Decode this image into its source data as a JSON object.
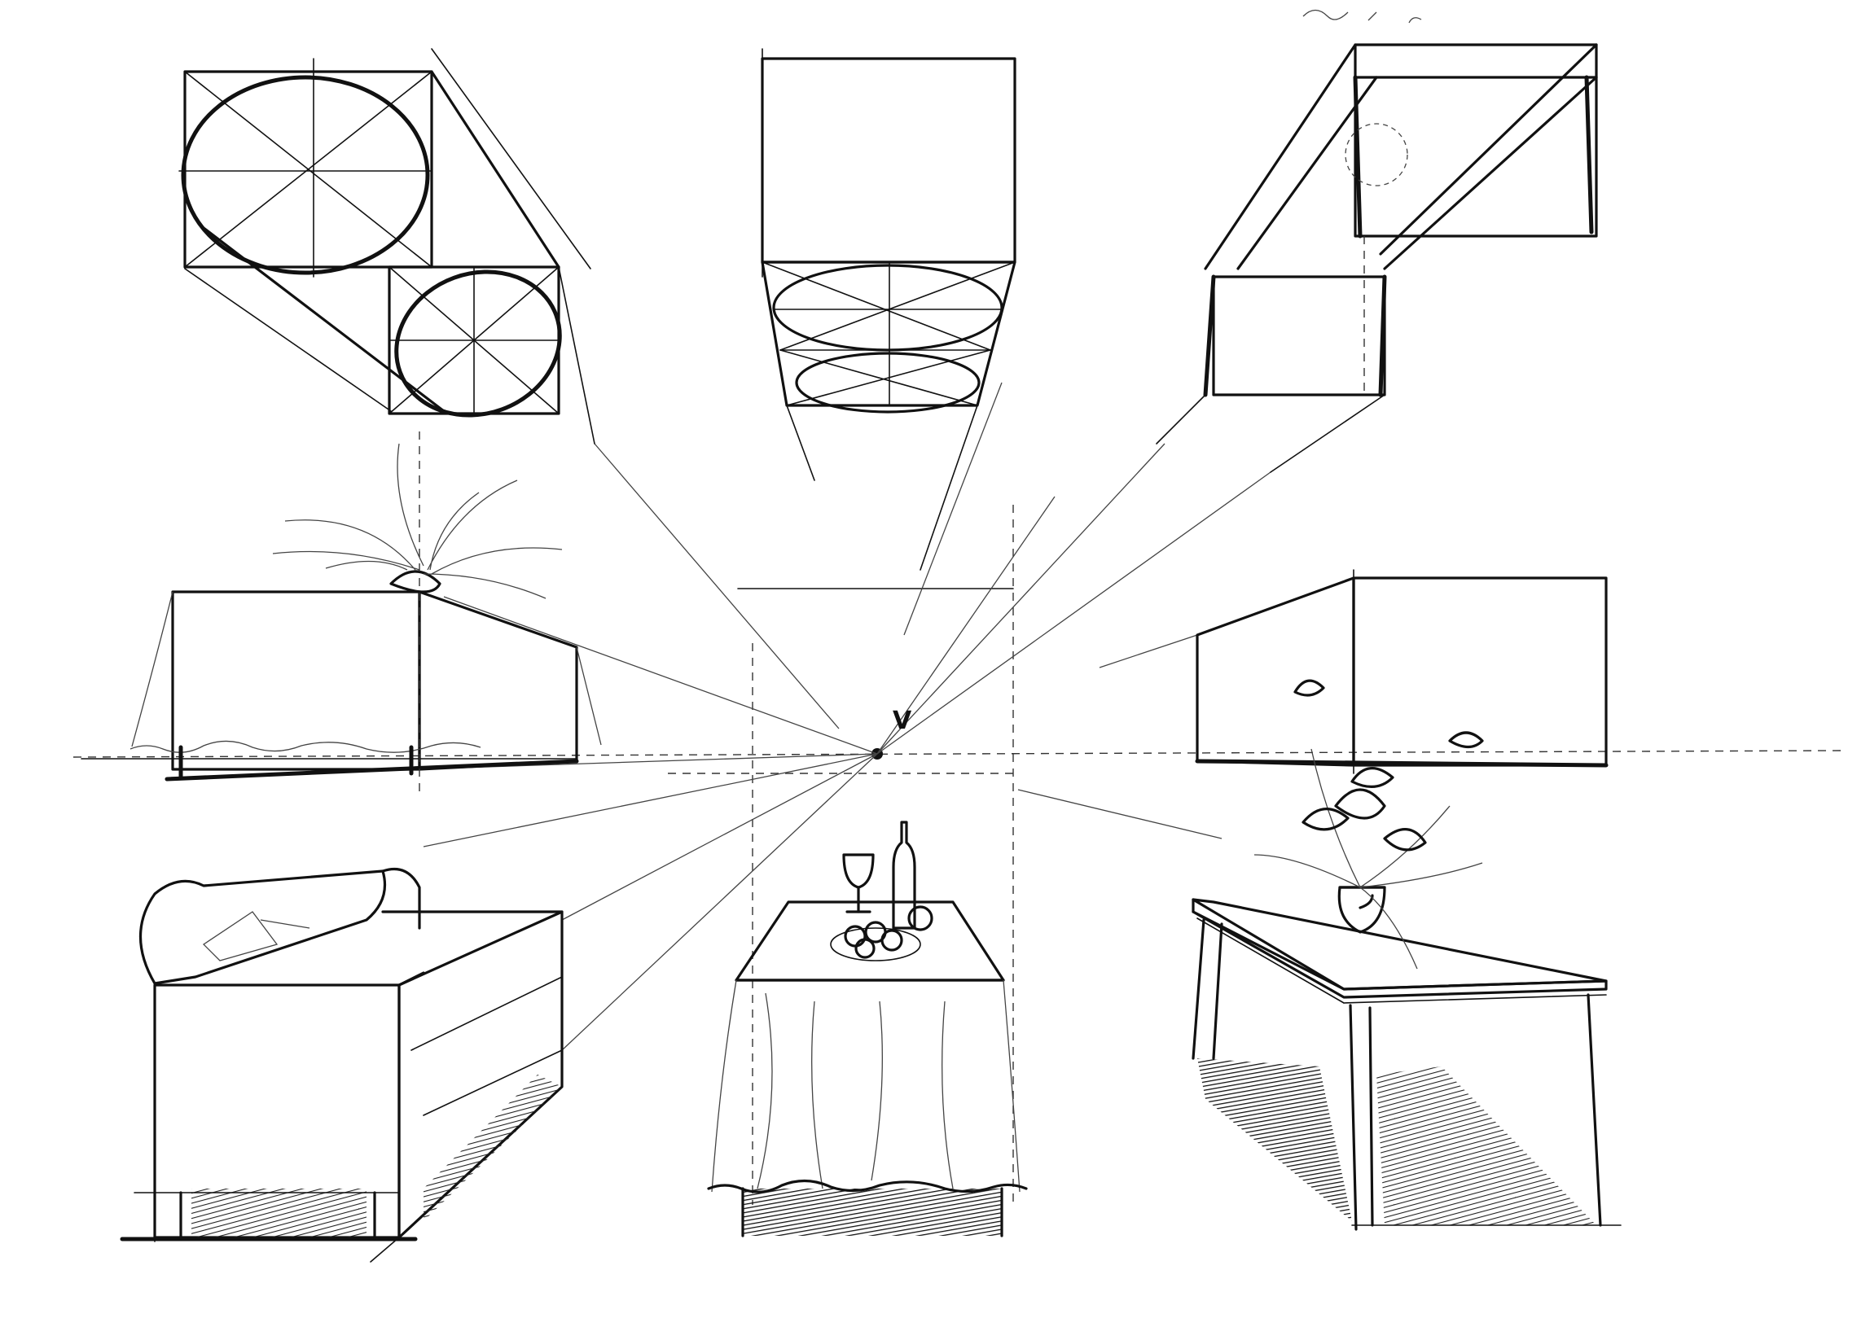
{
  "vanishing_point": {
    "label": "V"
  },
  "objects": [
    {
      "name": "cylinder-from-below"
    },
    {
      "name": "cylinder-vertical-from-below"
    },
    {
      "name": "table-from-below"
    },
    {
      "name": "box-left-with-plant"
    },
    {
      "name": "box-right"
    },
    {
      "name": "sofa"
    },
    {
      "name": "dining-table-with-cloth"
    },
    {
      "name": "coffee-table-with-vase"
    }
  ]
}
